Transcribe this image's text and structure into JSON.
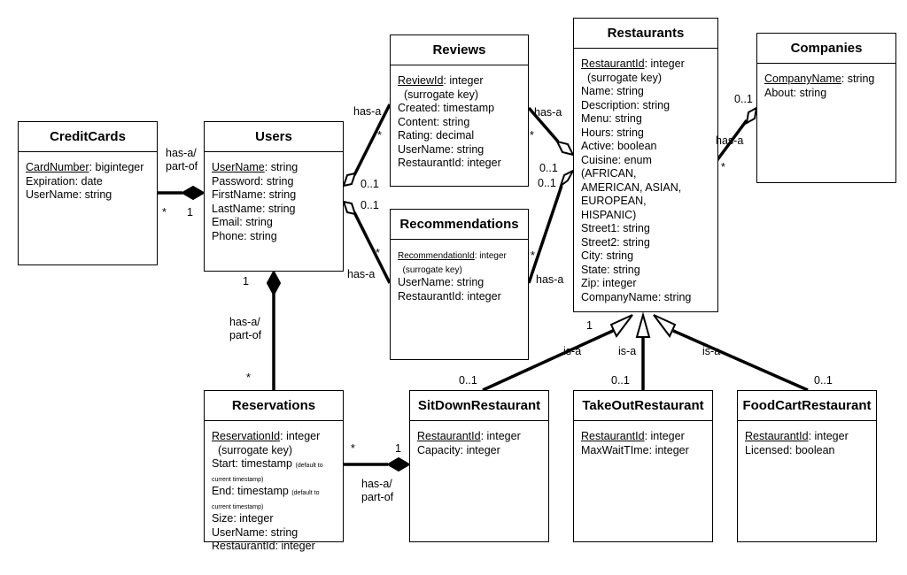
{
  "entities": {
    "creditcards": {
      "title": "CreditCards",
      "attrs": [
        {
          "pk": "CardNumber",
          "rest": ": biginteger"
        },
        {
          "rest": "Expiration: date"
        },
        {
          "rest": "UserName: string"
        }
      ]
    },
    "users": {
      "title": "Users",
      "attrs": [
        {
          "pk": "UserName",
          "rest": ": string"
        },
        {
          "rest": "Password: string"
        },
        {
          "rest": "FirstName: string"
        },
        {
          "rest": "LastName: string"
        },
        {
          "rest": "Email: string"
        },
        {
          "rest": "Phone: string"
        }
      ]
    },
    "reviews": {
      "title": "Reviews",
      "attrs": [
        {
          "pk": "ReviewId",
          "rest": ": integer"
        },
        {
          "rest": "  (surrogate key)"
        },
        {
          "rest": "Created: timestamp"
        },
        {
          "rest": "Content: string"
        },
        {
          "rest": "Rating: decimal"
        },
        {
          "rest": "UserName: string"
        },
        {
          "rest": "RestaurantId: integer"
        }
      ]
    },
    "recommendations": {
      "title": "Recommendations",
      "attrs": [
        {
          "pk": "RecommendationId",
          "rest": ": integer"
        },
        {
          "rest": "  (surrogate key)"
        },
        {
          "rest": "UserName: string"
        },
        {
          "rest": "RestaurantId: integer"
        }
      ]
    },
    "restaurants": {
      "title": "Restaurants",
      "attrs": [
        {
          "pk": "RestaurantId",
          "rest": ": integer"
        },
        {
          "rest": "  (surrogate key)"
        },
        {
          "rest": "Name: string"
        },
        {
          "rest": "Description: string"
        },
        {
          "rest": "Menu: string"
        },
        {
          "rest": "Hours: string"
        },
        {
          "rest": "Active: boolean"
        },
        {
          "rest": "Cuisine: enum"
        },
        {
          "rest": "(AFRICAN,"
        },
        {
          "rest": "AMERICAN, ASIAN,"
        },
        {
          "rest": "EUROPEAN,"
        },
        {
          "rest": "HISPANIC)"
        },
        {
          "rest": "Street1: string"
        },
        {
          "rest": "Street2: string"
        },
        {
          "rest": "City: string"
        },
        {
          "rest": "State: string"
        },
        {
          "rest": "Zip: integer"
        },
        {
          "rest": "CompanyName: string"
        }
      ]
    },
    "companies": {
      "title": "Companies",
      "attrs": [
        {
          "pk": "CompanyName",
          "rest": ": string"
        },
        {
          "rest": "About: string"
        }
      ]
    },
    "reservations": {
      "title": "Reservations",
      "attrs": [
        {
          "pk": "ReservationId",
          "rest": ": integer"
        },
        {
          "rest": "  (surrogate key)"
        },
        {
          "rest": "Start: timestamp",
          "note": "(default to current timestamp)"
        },
        {
          "rest": "End: timestamp",
          "note": "(default to current timestamp)"
        },
        {
          "rest": "Size: integer"
        },
        {
          "rest": "UserName: string"
        },
        {
          "rest": "RestaurantId: integer"
        }
      ]
    },
    "sitdown": {
      "title": "SitDownRestaurant",
      "attrs": [
        {
          "pk": "RestaurantId",
          "rest": ": integer"
        },
        {
          "rest": "Capacity: integer"
        }
      ]
    },
    "takeout": {
      "title": "TakeOutRestaurant",
      "attrs": [
        {
          "pk": "RestaurantId",
          "rest": ": integer"
        },
        {
          "rest": "MaxWaitTIme: integer"
        }
      ]
    },
    "foodcart": {
      "title": "FoodCartRestaurant",
      "attrs": [
        {
          "pk": "RestaurantId",
          "rest": ": integer"
        },
        {
          "rest": "Licensed: boolean"
        }
      ]
    }
  },
  "labels": {
    "cc_users_rel": "has-a/\npart-of",
    "cc_mult": "*",
    "users_cc_mult": "1",
    "users_reviews_rel": "has-a",
    "users_reviews_many": "*",
    "users_reviews_one": "0..1",
    "users_rec_one": "0..1",
    "users_rec_many": "*",
    "users_rec_rel": "has-a",
    "rev_rest_rel": "has-a",
    "rev_rest_many": "*",
    "rev_rest_one": "0..1",
    "rec_rest_one": "0..1",
    "rec_rest_many": "*",
    "rec_rest_rel": "has-a",
    "comp_one": "0..1",
    "comp_rel": "has-a",
    "comp_many": "*",
    "users_res_one": "1",
    "users_res_rel": "has-a/\npart-of",
    "users_res_many": "*",
    "res_sit_many": "*",
    "res_sit_one": "1",
    "res_sit_rel": "has-a/\npart-of",
    "isa1": "is-a",
    "isa2": "is-a",
    "isa3": "is-a",
    "sit_mult": "0..1",
    "take_mult": "0..1",
    "food_mult": "0..1",
    "rest_gen_mult": "1"
  }
}
